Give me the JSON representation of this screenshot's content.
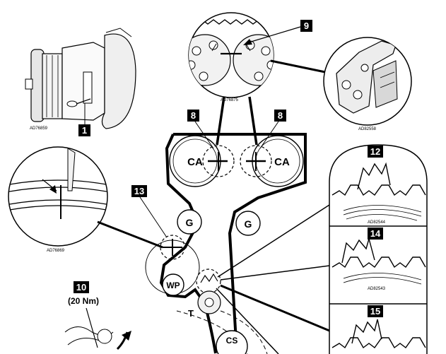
{
  "pulleys": {
    "camshaft_left": "CA",
    "camshaft_right": "CA",
    "guide_left": "G",
    "guide_right": "G",
    "water_pump": "WP",
    "tensioner": "T",
    "crankshaft": "CS"
  },
  "callouts": {
    "c1": "1",
    "c8_left": "8",
    "c8_right": "8",
    "c9": "9",
    "c10": "10",
    "c12": "12",
    "c13": "13",
    "c14": "14",
    "c15": "15"
  },
  "torque": "(20 Nm)",
  "ref_codes": {
    "pump_detail": "AD76859",
    "cam_detail": "AD76875",
    "lock_tool": "AD82558",
    "mark_detail": "AD76869",
    "teeth_12": "AD82544",
    "teeth_14": "AD82543"
  }
}
